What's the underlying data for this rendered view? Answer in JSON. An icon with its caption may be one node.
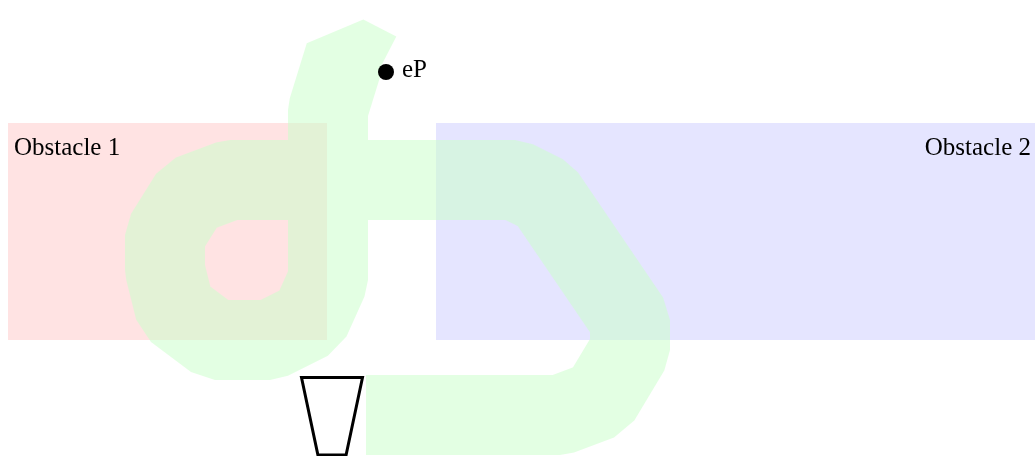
{
  "diagram": {
    "nodes": [
      {
        "text": [
          "Obstacle 1"
        ]
      },
      {
        "text": [
          "Obstacle 2"
        ]
      },
      {
        "text": [],
        "shape": "circle",
        "beside": [
          "eP"
        ]
      },
      {
        "text": [],
        "shape": "trapezoid"
      }
    ]
  }
}
